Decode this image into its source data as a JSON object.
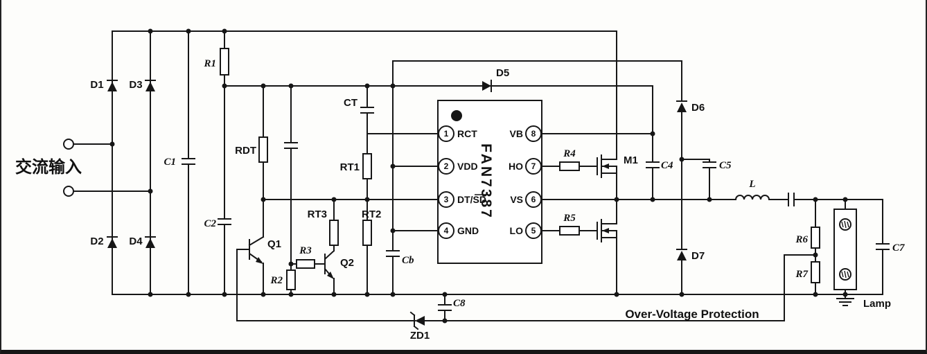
{
  "figure": {
    "ac_input_label": "交流输入",
    "ovp_label": "Over-Voltage Protection",
    "lamp_label": "Lamp",
    "ic": {
      "name": "FAN7387",
      "pins_left": [
        {
          "num": "1",
          "name": "RCT"
        },
        {
          "num": "2",
          "name": "VDD"
        },
        {
          "num": "3",
          "name": "DT/SD"
        },
        {
          "num": "4",
          "name": "GND"
        }
      ],
      "pins_right": [
        {
          "num": "8",
          "name": "VB"
        },
        {
          "num": "7",
          "name": "HO"
        },
        {
          "num": "6",
          "name": "VS"
        },
        {
          "num": "5",
          "name": "LO"
        }
      ]
    },
    "components": {
      "d1": "D1",
      "d2": "D2",
      "d3": "D3",
      "d4": "D4",
      "d5": "D5",
      "d6": "D6",
      "d7": "D7",
      "r1": "R1",
      "r2": "R2",
      "r3": "R3",
      "r4": "R4",
      "r5": "R5",
      "r6": "R6",
      "r7": "R7",
      "c1": "C1",
      "c2": "C2",
      "c4": "C4",
      "c5": "C5",
      "c7": "C7",
      "c8": "C8",
      "cb": "Cb",
      "ct": "CT",
      "rdt": "RDT",
      "rt1": "RT1",
      "rt2": "RT2",
      "rt3": "RT3",
      "q1": "Q1",
      "q2": "Q2",
      "m1": "M1",
      "zd1": "ZD1",
      "l": "L"
    }
  }
}
